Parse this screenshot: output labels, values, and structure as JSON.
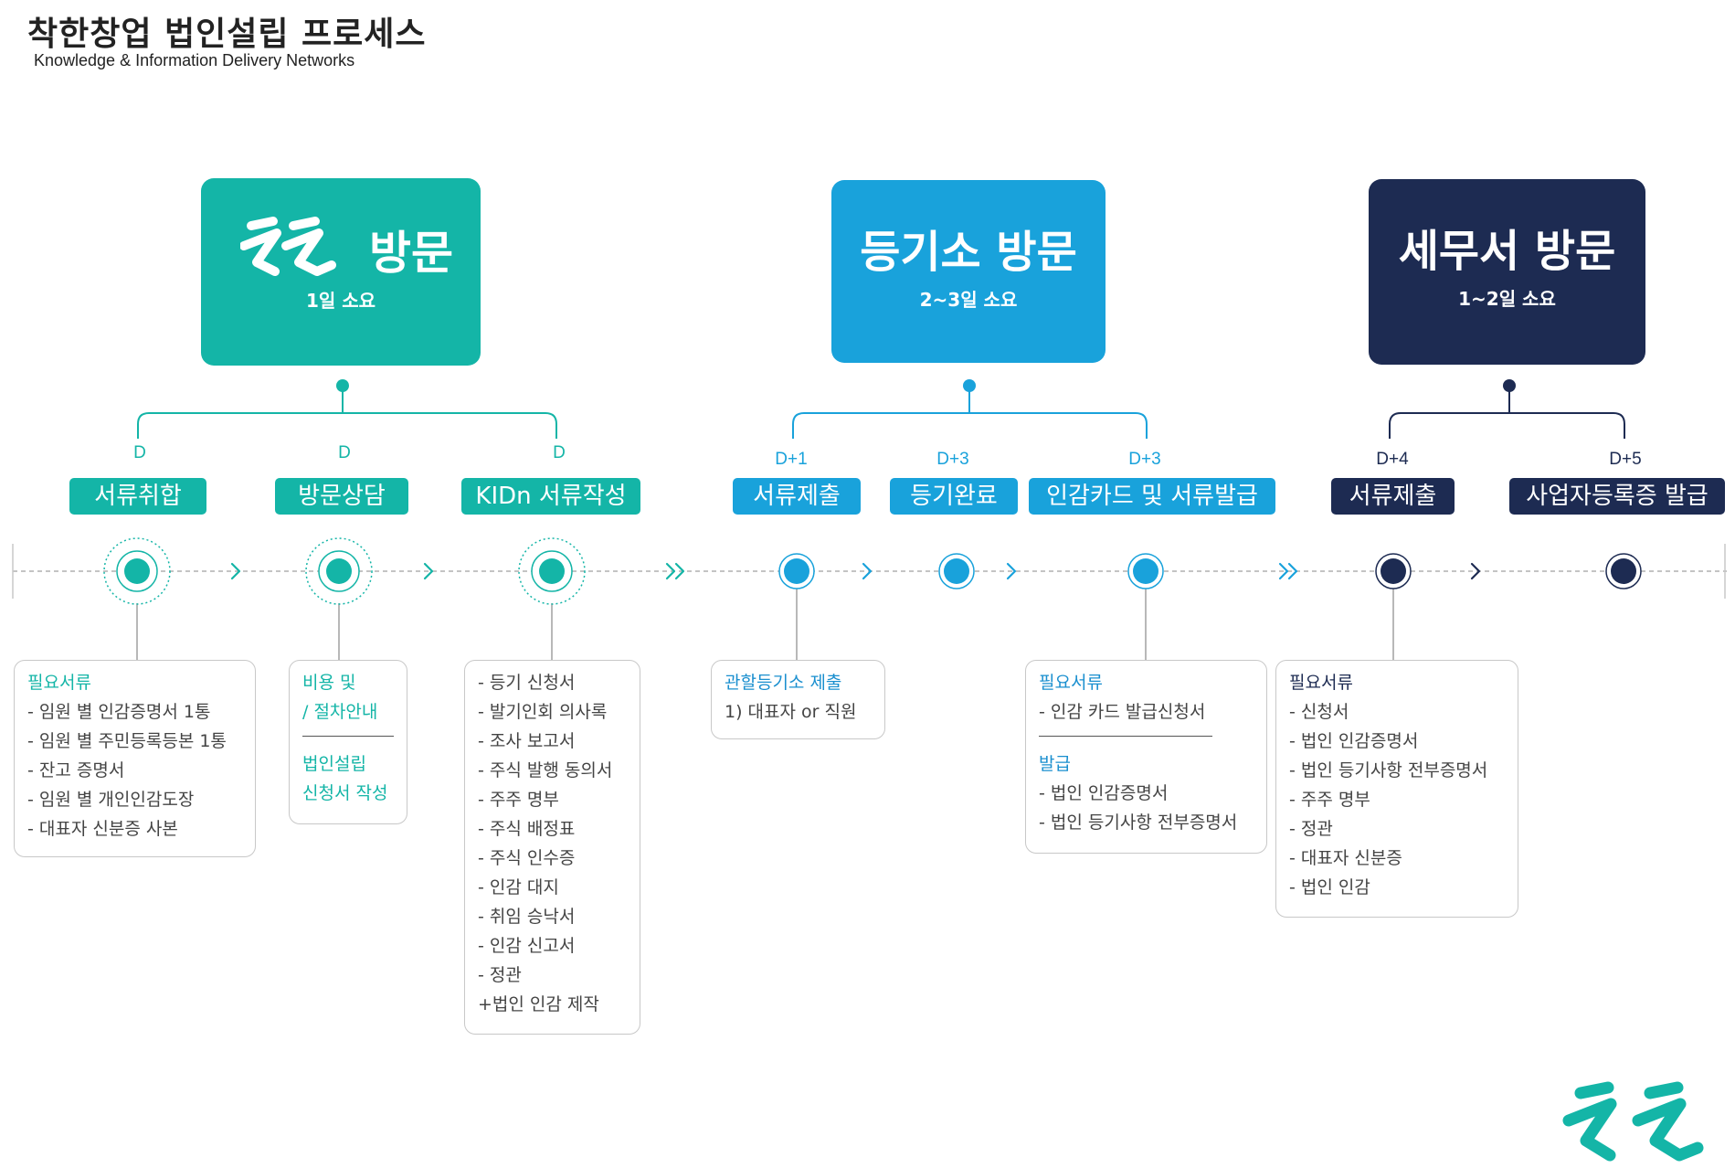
{
  "header": {
    "title": "착한창업 법인설립 프로세스",
    "subtitle": "Knowledge & Information Delivery Networks"
  },
  "colors": {
    "teal": "#14b5a7",
    "blue": "#19a2db",
    "navy": "#1d2b52",
    "teal_text": "#14b5a7",
    "blue_text": "#1a8fcf",
    "navy_text": "#1d2b52"
  },
  "phases": [
    {
      "logo": "kidn-logo",
      "title": "방문",
      "duration": "1일 소요"
    },
    {
      "title": "등기소 방문",
      "duration": "2~3일 소요"
    },
    {
      "title": "세무서 방문",
      "duration": "1~2일 소요"
    }
  ],
  "steps": [
    {
      "day": "D",
      "label": "서류취합"
    },
    {
      "day": "D",
      "label": "방문상담"
    },
    {
      "day": "D",
      "label": "KIDn 서류작성"
    },
    {
      "day": "D+1",
      "label": "서류제출"
    },
    {
      "day": "D+3",
      "label": "등기완료"
    },
    {
      "day": "D+3",
      "label": "인감카드 및 서류발급"
    },
    {
      "day": "D+4",
      "label": "서류제출"
    },
    {
      "day": "D+5",
      "label": "사업자등록증 발급"
    }
  ],
  "details": {
    "box1": {
      "heading": "필요서류",
      "lines": [
        "- 임원 별 인감증명서 1통",
        "- 임원 별 주민등록등본 1통",
        "- 잔고 증명서",
        "- 임원 별 개인인감도장",
        "- 대표자 신분증 사본"
      ]
    },
    "box2": {
      "lines1": [
        "비용 및",
        "/ 절차안내"
      ],
      "lines2": [
        "법인설립",
        "신청서 작성"
      ]
    },
    "box3": {
      "lines": [
        "- 등기 신청서",
        "- 발기인회 의사록",
        "- 조사 보고서",
        "- 주식 발행 동의서",
        "- 주주 명부",
        "- 주식 배정표",
        "- 주식 인수증",
        "- 인감 대지",
        "- 취임 승낙서",
        "- 인감 신고서",
        "- 정관",
        "+법인 인감 제작"
      ]
    },
    "box4": {
      "heading": "관할등기소 제출",
      "lines": [
        "1) 대표자 or 직원"
      ]
    },
    "box5": {
      "heading": "필요서류",
      "lines": [
        "- 인감 카드 발급신청서"
      ],
      "heading2": "발급",
      "lines2": [
        "- 법인 인감증명서",
        "- 법인 등기사항 전부증명서"
      ]
    },
    "box6": {
      "heading": "필요서류",
      "lines": [
        "- 신청서",
        "- 법인 인감증명서",
        "- 법인 등기사항 전부증명서",
        "- 주주 명부",
        "- 정관",
        "- 대표자 신분증",
        "- 법인 인감"
      ]
    }
  },
  "brand_logo": "kidn-logo"
}
